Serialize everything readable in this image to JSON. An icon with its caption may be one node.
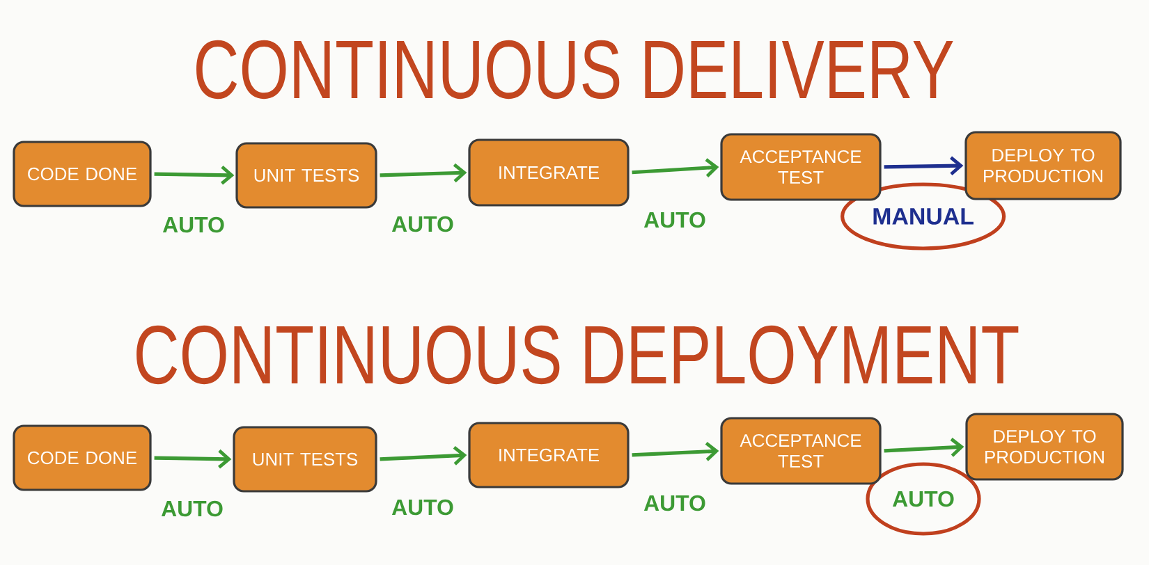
{
  "diagram": {
    "nodes": [
      {
        "text": [
          "CODE DONE"
        ]
      },
      {
        "text": [
          "UNIT TESTS"
        ]
      },
      {
        "text": [
          "INTEGRATE"
        ]
      },
      {
        "text": [
          "ACCEPTANCE TEST"
        ]
      },
      {
        "text": [
          "DEPLOY TO PRODUCTION"
        ]
      },
      {
        "text": [
          "CODE DONE"
        ]
      },
      {
        "text": [
          "UNIT TESTS"
        ]
      },
      {
        "text": [
          "INTEGRATE"
        ]
      },
      {
        "text": [
          "ACCEPTANCE TEST"
        ]
      },
      {
        "text": [
          "DEPLOY TO PRODUCTION"
        ]
      }
    ],
    "edges": [
      {
        "from": 0,
        "to": 1,
        "arrow": "to",
        "label": "AUTO"
      },
      {
        "from": 1,
        "to": 2,
        "arrow": "to",
        "label": "AUTO"
      },
      {
        "from": 2,
        "to": 3,
        "arrow": "to",
        "label": "AUTO"
      },
      {
        "from": 3,
        "to": 4,
        "arrow": "to",
        "label": "MANUAL",
        "color": "#1e2f8f"
      },
      {
        "from": 5,
        "to": 6,
        "arrow": "to",
        "label": "AUTO"
      },
      {
        "from": 6,
        "to": 7,
        "arrow": "to",
        "label": "AUTO"
      },
      {
        "from": 7,
        "to": 8,
        "arrow": "to",
        "label": "AUTO"
      },
      {
        "from": 8,
        "to": 9,
        "arrow": "to",
        "label": "AUTO"
      }
    ],
    "labels": [
      "CONTINUOUS DELIVERY",
      "CONTINUOUS DEPLOYMENT"
    ]
  }
}
